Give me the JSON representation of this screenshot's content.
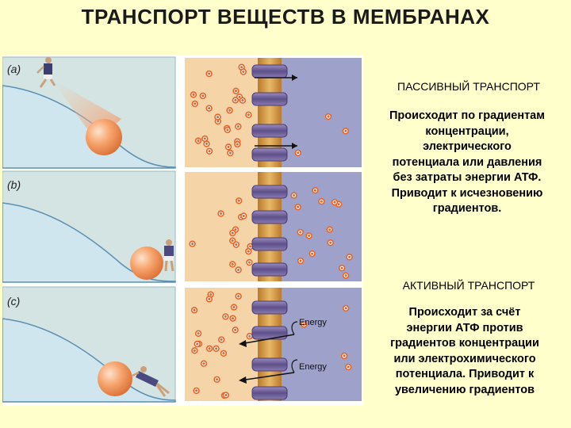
{
  "page": {
    "title": "ТРАНСПОРТ ВЕЩЕСТВ В МЕМБРАНАХ"
  },
  "figure": {
    "panel_labels": [
      "(a)",
      "(b)",
      "(c)"
    ],
    "energy_label": "Energy"
  },
  "passive": {
    "heading": "ПАССИВНЫЙ ТРАНСПОРТ",
    "lines": [
      "Происходит по градиентам",
      "концентрации,",
      "электрического",
      "потенциала или давления",
      "без затраты энергии АТФ.",
      "Приводит к исчезновению",
      "градиентов."
    ]
  },
  "active": {
    "heading": "АКТИВНЫЙ ТРАНСПОРТ",
    "lines": [
      "Происходит за счёт",
      "энергии АТФ против",
      "градиентов концентрации",
      "или электрохимического",
      "потенциала. Приводит к",
      "увеличению градиентов"
    ]
  },
  "colors": {
    "background": "#ffffcc",
    "hill_fill": "#d3e4e3",
    "hill_line": "#5a8fb0",
    "ball": "#f3925e",
    "left_chamber": "#f5d5a8",
    "right_chamber": "#9ea1c9",
    "membrane": "#d39a4a",
    "protein": "#6f5f95",
    "particle": "#e6642a"
  }
}
